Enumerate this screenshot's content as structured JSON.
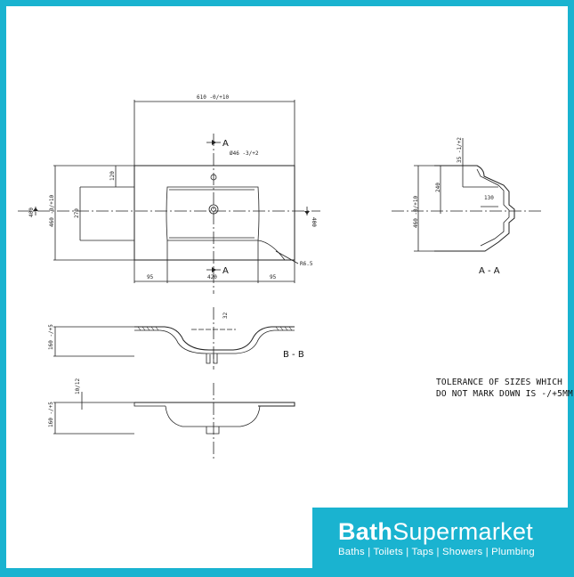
{
  "drawing": {
    "top_view": {
      "overall_width": "610 -0/+10",
      "overall_depth": "460 -0/+10",
      "left_depth": "400",
      "right_depth": "400",
      "back_margin": "120",
      "bowl_depth": "270",
      "tap_hole": "Ø46 -3/+2",
      "radius": "R6.5",
      "left_margin": "95",
      "bowl_width": "420",
      "right_margin": "95",
      "section_marker": "A"
    },
    "section_aa": {
      "label": "A - A",
      "overall_depth": "460 -0/+10",
      "front_depth": "240",
      "rim_height": "35 -1/+2",
      "inner_depth": "130"
    },
    "section_bb": {
      "label": "B - B",
      "height": "160 -/+5",
      "tap_offset": "32"
    },
    "side_view": {
      "height": "160 -/+5",
      "rim": "10/12"
    },
    "note_line1": "TOLERANCE OF SIZES WHICH",
    "note_line2": "DO NOT MARK DOWN IS -/+5MM"
  },
  "brand": {
    "name_bold": "Bath",
    "name_regular": "Supermarket",
    "tagline": "Baths | Toilets | Taps | Showers | Plumbing",
    "color": "#1ab3d0"
  }
}
